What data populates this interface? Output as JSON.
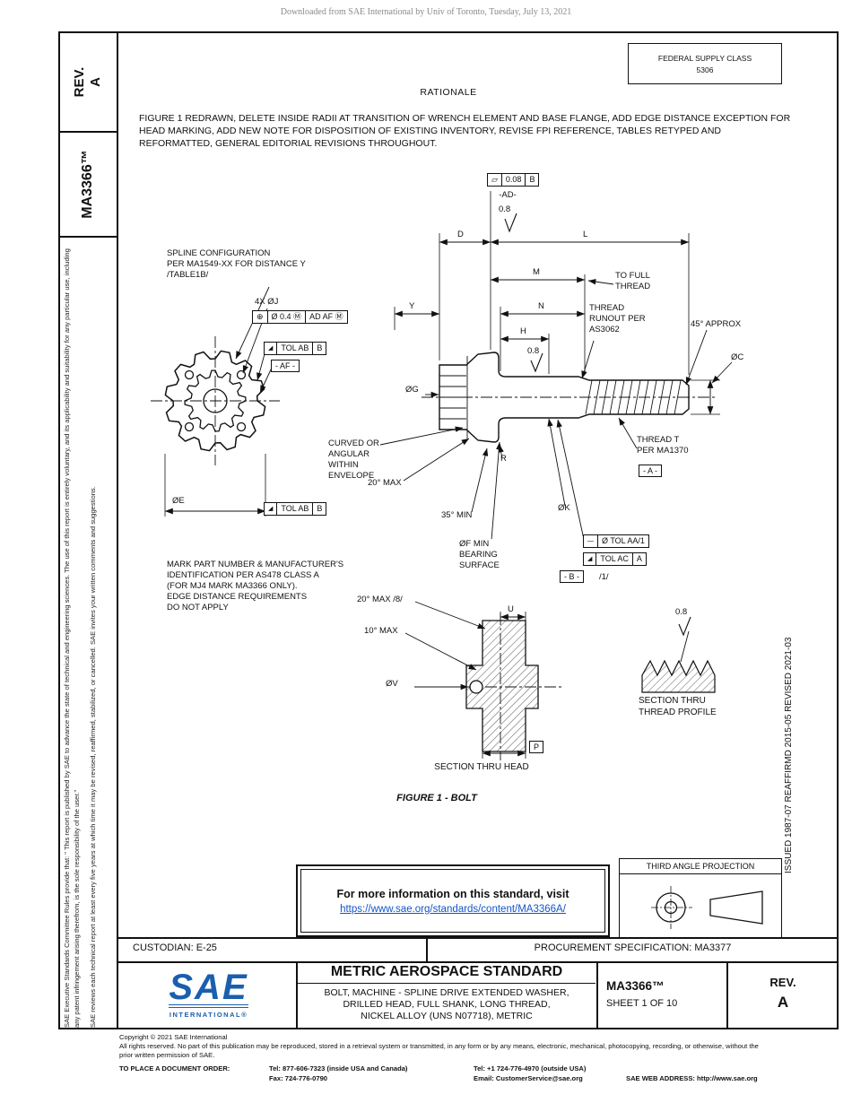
{
  "watermark": "Downloaded from SAE International by Univ of Toronto, Tuesday, July 13, 2021",
  "sidebar": {
    "rev_label": "REV.",
    "rev_value": "A",
    "doc_number": "MA3366™",
    "disclaimer1": "SAE Executive Standards Committee Rules provide that: \" This report is published by SAE to advance the state of technical and engineering sciences. The use of this report is entirely voluntary, and its applicability and suitability for any particular use, including any patent infringement arising therefrom, is the sole responsibility of the user.\"",
    "disclaimer2": "SAE reviews each technical report at least every five years at which time it may be revised, reaffirmed, stabilized, or cancelled. SAE invites your written comments and suggestions."
  },
  "right_margin": {
    "revision_history": "ISSUED 1987-07    REAFFIRMD 2015-05    REVISED 2021-03"
  },
  "header": {
    "fsc_label": "FEDERAL SUPPLY CLASS",
    "fsc_value": "5306"
  },
  "rationale": {
    "title": "RATIONALE",
    "body": "FIGURE 1 REDRAWN, DELETE INSIDE RADII AT TRANSITION OF WRENCH ELEMENT AND BASE FLANGE, ADD EDGE DISTANCE EXCEPTION FOR HEAD MARKING, ADD NEW NOTE FOR DISPOSITION OF EXISTING INVENTORY, REVISE FPI REFERENCE, TABLES RETYPED AND REFORMATTED, GENERAL EDITORIAL REVISIONS THROUGHOUT."
  },
  "figure": {
    "labels": {
      "flatness": {
        "sym": "▱",
        "val": "0.08",
        "datum": "B"
      },
      "datum_ad": "-AD-",
      "finish_top": "0.8",
      "finish_mid": "0.8",
      "finish_thread": "0.8",
      "dim_d": "D",
      "dim_l": "L",
      "dim_m": "M",
      "dim_n": "N",
      "dim_y": "Y",
      "dim_h": "H",
      "dim_u": "U",
      "dim_p": "P",
      "dim_r": "R",
      "to_full_thread": "TO FULL\nTHREAD",
      "thread_runout": "THREAD\nRUNOUT PER\nAS3062",
      "approx_45": "45° APPROX",
      "dia_c": "ØC",
      "spline_config": "SPLINE CONFIGURATION\nPER MA1549-XX FOR DISTANCE Y\n/TABLE1B/",
      "holes_4x": "4X ØJ",
      "fcf_pos": {
        "sym": "⊕",
        "tol": "Ø 0.4 Ⓜ",
        "datums": "AD AF Ⓜ"
      },
      "tol_ab_1": {
        "sym": "◢",
        "text": "TOL AB",
        "datum": "B"
      },
      "datum_af": "- AF -",
      "dia_g": "ØG",
      "curved_env": "CURVED OR\nANGULAR\nWITHIN\nENVELOPE",
      "max_20": "20° MAX",
      "min_35": "35° MIN",
      "dia_k": "ØK",
      "dia_e": "ØE",
      "tol_ab_2": {
        "sym": "◢",
        "text": "TOL AB",
        "datum": "B"
      },
      "tol_aa": {
        "sym": "—",
        "text": "Ø TOL AA/1"
      },
      "tol_ac": {
        "sym": "◢",
        "text": "TOL AC",
        "datum": "A"
      },
      "datum_b": "- B -",
      "note_ref_1": "/1/",
      "bearing": "ØF MIN\nBEARING\nSURFACE",
      "mark_note": "MARK PART NUMBER & MANUFACTURER'S\nIDENTIFICATION PER AS478 CLASS A\n(FOR MJ4 MARK MA3366 ONLY).\nEDGE DISTANCE REQUIREMENTS\nDO NOT APPLY",
      "thread_t": "THREAD T\nPER MA1370",
      "datum_a": "- A -",
      "max_20_8": "20° MAX /8/",
      "max_10": "10° MAX",
      "dia_v": "ØV"
    },
    "captions": {
      "section_thread": "SECTION THRU\nTHREAD PROFILE",
      "section_head": "SECTION THRU HEAD",
      "figure": "FIGURE 1 - BOLT"
    }
  },
  "info_box": {
    "text": "For more information on this standard, visit",
    "link": "https://www.sae.org/standards/content/MA3366A/"
  },
  "projection": {
    "label": "THIRD ANGLE PROJECTION"
  },
  "footer": {
    "custodian": "CUSTODIAN: E-25",
    "procurement": "PROCUREMENT SPECIFICATION: MA3377",
    "logo": {
      "brand": "SAE",
      "sub": "INTERNATIONAL®"
    },
    "title_block": {
      "standard_type": "METRIC AEROSPACE STANDARD",
      "description_line1": "BOLT, MACHINE - SPLINE DRIVE EXTENDED WASHER,",
      "description_line2": "DRILLED HEAD, FULL SHANK, LONG THREAD,",
      "description_line3": "NICKEL ALLOY (UNS N07718), METRIC",
      "doc_number": "MA3366™",
      "sheet": "SHEET 1 OF 10",
      "rev_label": "REV.",
      "rev_value": "A"
    }
  },
  "copyright": {
    "line1": "Copyright © 2021 SAE International",
    "line2": "All rights reserved. No part of this publication may be reproduced, stored in a retrieval system or transmitted, in any form or by any means, electronic, mechanical, photocopying, recording, or otherwise, without the prior written permission of SAE.",
    "order_label": "TO PLACE A DOCUMENT ORDER:",
    "tel1": "Tel: 877-606-7323 (inside USA and Canada)",
    "tel2": "Tel: +1 724-776-4970 (outside USA)",
    "fax": "Fax: 724-776-0790",
    "email": "Email: CustomerService@sae.org",
    "web": "SAE WEB ADDRESS: http://www.sae.org"
  }
}
